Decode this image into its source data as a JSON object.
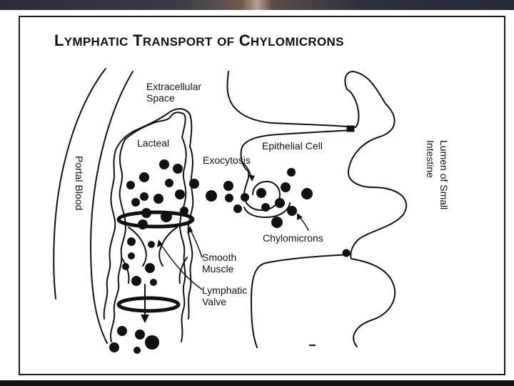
{
  "title": {
    "w1_cap": "L",
    "w1_rest": "YMPHATIC",
    "w2_cap": "T",
    "w2_rest": "RANSPORT",
    "w3": "OF",
    "w4_cap": "C",
    "w4_rest": "HYLOMICRONS"
  },
  "labels": {
    "extracellular_line1": "Extracellular",
    "extracellular_line2": "Space",
    "lacteal": "Lacteal",
    "exocytosis": "Exocytosis",
    "epithelial_cell": "Epithelial Cell",
    "chylomicrons": "Chylomicrons",
    "smooth_muscle_line1": "Smooth",
    "smooth_muscle_line2": "Muscle",
    "lymphatic_valve_line1": "Lymphatic",
    "lymphatic_valve_line2": "Valve",
    "portal_blood": "Portal Blood",
    "lumen_line1": "Lumen of Small",
    "lumen_line2": "Intestine"
  },
  "colors": {
    "ink": "#111111",
    "slide_border": "#1a1a1a",
    "page_bg": "#ffffff"
  }
}
